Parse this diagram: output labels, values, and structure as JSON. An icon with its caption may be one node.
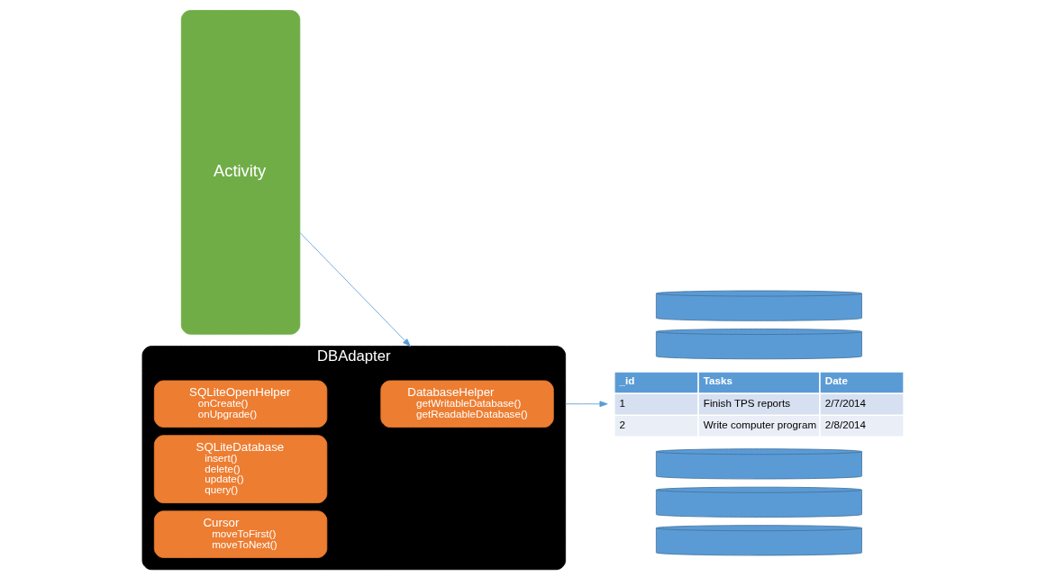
{
  "diagram": {
    "nodes": [
      {
        "text": [
          "Activity"
        ]
      },
      {
        "text": [
          "DBAdapter"
        ]
      },
      {
        "text": [
          "SQLiteOpenHelper",
          "onCreate()",
          "onUpgrade()"
        ],
        "in": 1
      },
      {
        "text": [
          "DatabaseHelper",
          "getWritableDatabase()",
          "getReadableDatabase()"
        ],
        "in": 1
      },
      {
        "text": [
          "SQLiteDatabase",
          "insert()",
          "delete()",
          "update()",
          "query()"
        ],
        "in": 1
      },
      {
        "text": [
          "Cursor",
          "moveToFirst()",
          "moveToNext()"
        ],
        "in": 1
      },
      {
        "text": [],
        "shape": "cylinder"
      },
      {
        "text": [],
        "shape": "cylinder"
      },
      {
        "text": [
          "_id",
          "Tasks",
          "Date",
          "1",
          "Finish TPS reports",
          "2/7/2014",
          "2",
          "Write computer program",
          "2/8/2014"
        ]
      },
      {
        "text": [],
        "shape": "cylinder"
      },
      {
        "text": [],
        "shape": "cylinder"
      },
      {
        "text": [],
        "shape": "cylinder"
      }
    ],
    "edges": [
      {
        "from": 0,
        "to": 1,
        "arrow": "to"
      },
      {
        "from": 1,
        "to": 8,
        "arrow": "to"
      }
    ]
  }
}
